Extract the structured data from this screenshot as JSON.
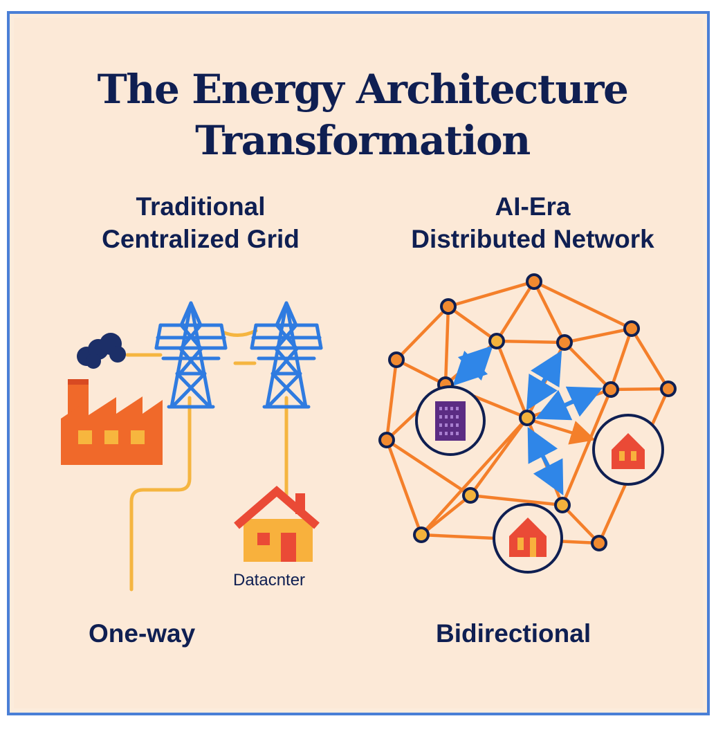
{
  "title": {
    "line1": "The Energy Architecture",
    "line2": "Transformation"
  },
  "left": {
    "heading_line1": "Traditional",
    "heading_line2": "Centralized Grid",
    "house_label": "Datacnter",
    "flow_label": "One-way"
  },
  "right": {
    "heading_line1": "AI-Era",
    "heading_line2": "Distributed Network",
    "flow_label": "Bidirectional"
  },
  "colors": {
    "frame": "#4a7fd6",
    "background": "#fce9d7",
    "text": "#0f1f52",
    "grid_line": "#f47f2a",
    "tower": "#2f7be0",
    "factory": "#f0692a",
    "node_fill_orange": "#f28a30",
    "node_fill_yellow": "#f3b23c",
    "arrow": "#2f86e8",
    "datacenter": "#5b2c83",
    "house_red": "#ea4a36"
  },
  "icons": [
    "factory-icon",
    "smoke-icon",
    "transmission-tower-icon",
    "house-icon",
    "datacenter-building-icon",
    "bidirectional-arrow-icon"
  ]
}
